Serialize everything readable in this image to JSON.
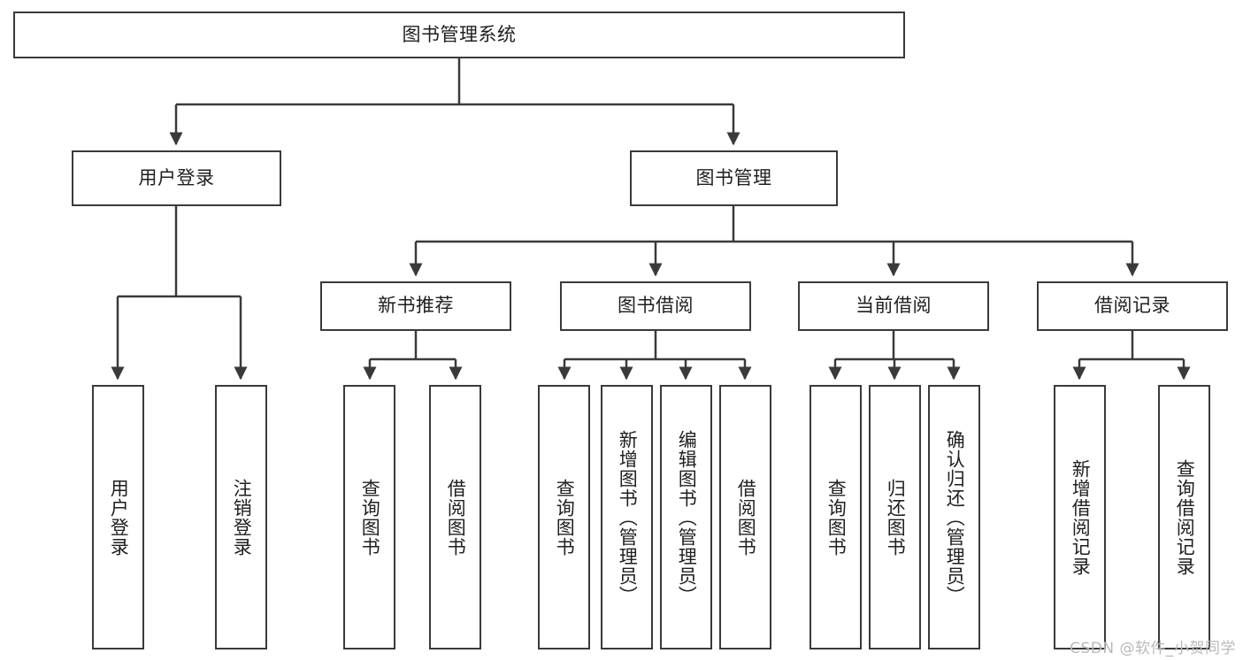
{
  "diagram": {
    "title": "图书管理系统",
    "type": "tree-hierarchy",
    "colors": {
      "box_border": "#3a3a3a",
      "box_fill": "#ffffff",
      "edge": "#3a3a3a",
      "text": "#1f1f1f",
      "watermark": "#b9b9b9"
    },
    "nodes": {
      "root": {
        "label": "图书管理系统",
        "orientation": "horizontal"
      },
      "level2": [
        {
          "id": "user-login",
          "label": "用户登录",
          "orientation": "horizontal"
        },
        {
          "id": "book-manage",
          "label": "图书管理",
          "orientation": "horizontal"
        }
      ],
      "level3": [
        {
          "id": "new-book-recommend",
          "label": "新书推荐",
          "orientation": "horizontal"
        },
        {
          "id": "book-borrow",
          "label": "图书借阅",
          "orientation": "horizontal"
        },
        {
          "id": "current-borrow",
          "label": "当前借阅",
          "orientation": "horizontal"
        },
        {
          "id": "borrow-record",
          "label": "借阅记录",
          "orientation": "horizontal"
        }
      ],
      "leaves": [
        {
          "id": "leaf-user-login",
          "label": "用户登录",
          "parent": "user-login",
          "orientation": "vertical"
        },
        {
          "id": "leaf-logout-login",
          "label": "注销登录",
          "parent": "user-login",
          "orientation": "vertical"
        },
        {
          "id": "leaf-query-book-1",
          "label": "查询图书",
          "parent": "new-book-recommend",
          "orientation": "vertical"
        },
        {
          "id": "leaf-borrow-book-1",
          "label": "借阅图书",
          "parent": "new-book-recommend",
          "orientation": "vertical"
        },
        {
          "id": "leaf-query-book-2",
          "label": "查询图书",
          "parent": "book-borrow",
          "orientation": "vertical"
        },
        {
          "id": "leaf-add-book",
          "label": "新增图书（管理员）",
          "parent": "book-borrow",
          "orientation": "vertical"
        },
        {
          "id": "leaf-edit-book",
          "label": "编辑图书（管理员）",
          "parent": "book-borrow",
          "orientation": "vertical"
        },
        {
          "id": "leaf-borrow-book-2",
          "label": "借阅图书",
          "parent": "book-borrow",
          "orientation": "vertical"
        },
        {
          "id": "leaf-query-book-3",
          "label": "查询图书",
          "parent": "current-borrow",
          "orientation": "vertical"
        },
        {
          "id": "leaf-return-book",
          "label": "归还图书",
          "parent": "current-borrow",
          "orientation": "vertical"
        },
        {
          "id": "leaf-confirm-return",
          "label": "确认归还（管理员）",
          "parent": "current-borrow",
          "orientation": "vertical"
        },
        {
          "id": "leaf-add-record",
          "label": "新增借阅记录",
          "parent": "borrow-record",
          "orientation": "vertical"
        },
        {
          "id": "leaf-query-record",
          "label": "查询借阅记录",
          "parent": "borrow-record",
          "orientation": "vertical"
        }
      ]
    },
    "watermark": "CSDN @软件_小贺同学"
  }
}
